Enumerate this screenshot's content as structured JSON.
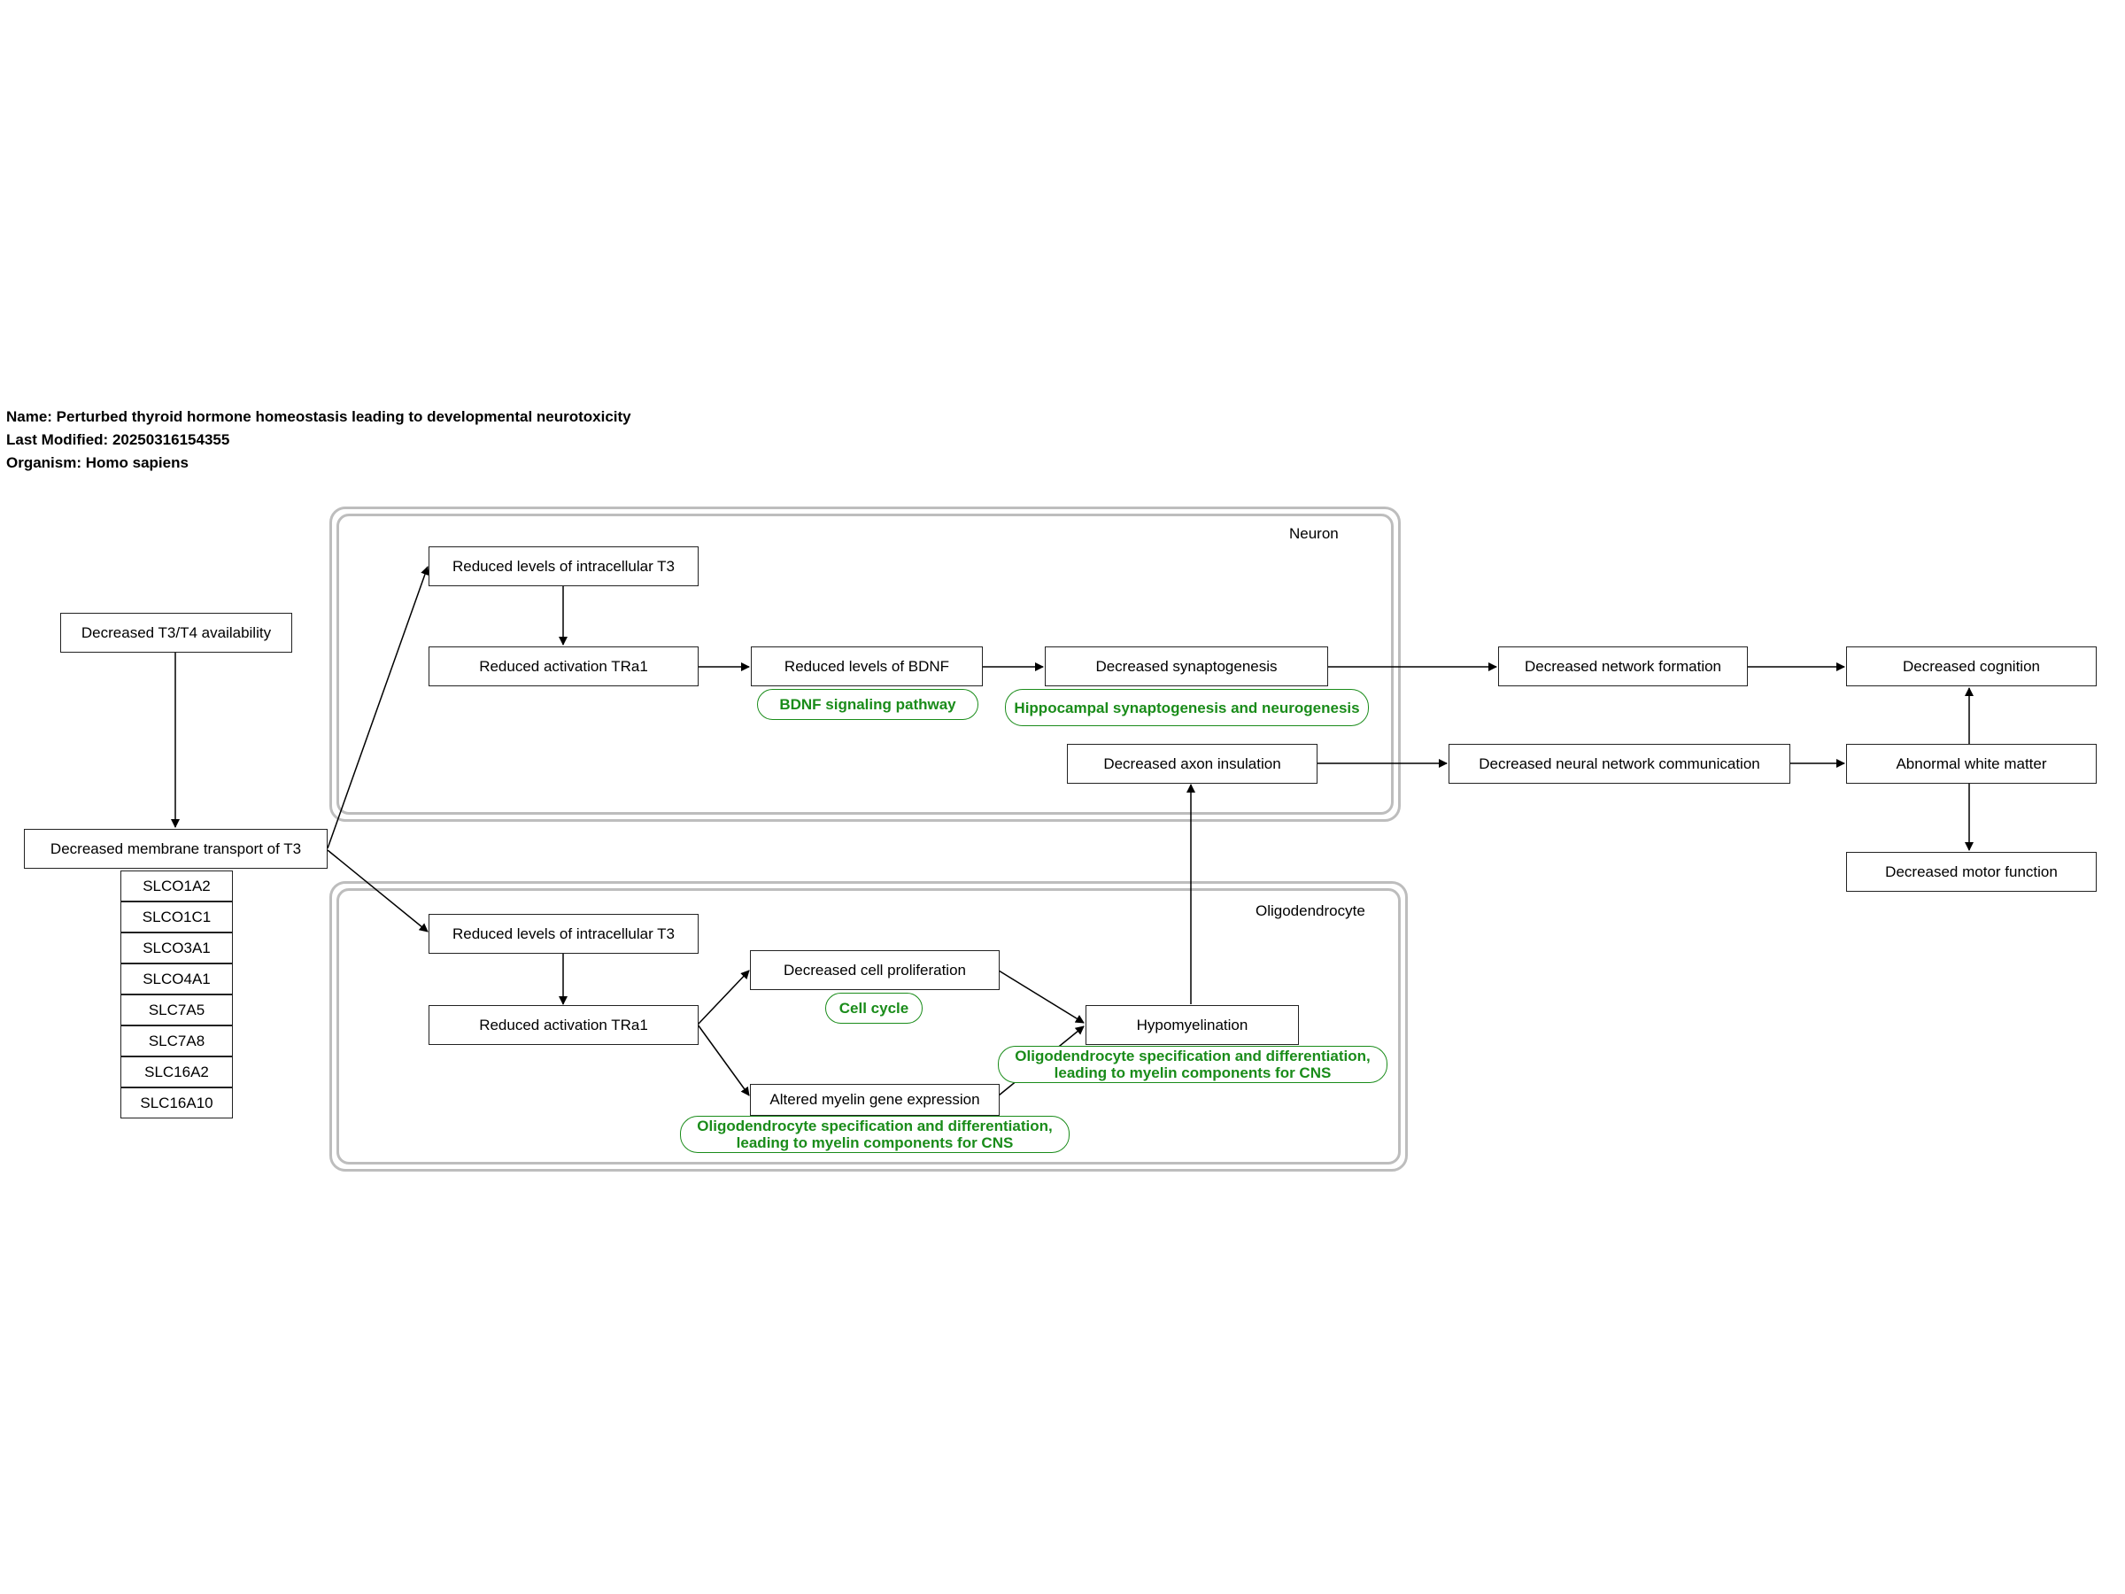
{
  "meta": {
    "name": "Name: Perturbed thyroid hormone homeostasis leading to developmental neurotoxicity",
    "modified": "Last Modified: 20250316154355",
    "organism": "Organism: Homo sapiens"
  },
  "groups": {
    "neuron": "Neuron",
    "oligodendrocyte": "Oligodendrocyte"
  },
  "nodes": {
    "t3t4": "Decreased T3/T4 availability",
    "membrane": "Decreased membrane transport of T3",
    "n_t3": "Reduced levels of intracellular T3",
    "n_tra1": "Reduced activation TRa1",
    "n_bdnf": "Reduced levels of BDNF",
    "n_syn": "Decreased synaptogenesis",
    "axon": "Decreased axon insulation",
    "network": "Decreased network formation",
    "cognition": "Decreased cognition",
    "neural_comm": "Decreased neural network communication",
    "white_matter": "Abnormal white matter",
    "motor": "Decreased motor function",
    "o_t3": "Reduced levels of intracellular T3",
    "o_tra1": "Reduced activation TRa1",
    "prolif": "Decreased cell proliferation",
    "myelin_gene": "Altered myelin gene expression",
    "hypo": "Hypomyelination"
  },
  "genes": [
    "SLCO1A2",
    "SLCO1C1",
    "SLCO3A1",
    "SLCO4A1",
    "SLC7A5",
    "SLC7A8",
    "SLC16A2",
    "SLC16A10"
  ],
  "pathways": {
    "bdnf": "BDNF signaling pathway",
    "hippo": "Hippocampal synaptogenesis and neurogenesis",
    "cellcycle": "Cell cycle",
    "oligo_line1": "Oligodendrocyte specification and differentiation,",
    "oligo_line2": "leading to myelin components for CNS"
  },
  "colors": {
    "pathway": "#1a8c1a",
    "group_border": "#bdbdbd",
    "node_border": "#222222"
  }
}
